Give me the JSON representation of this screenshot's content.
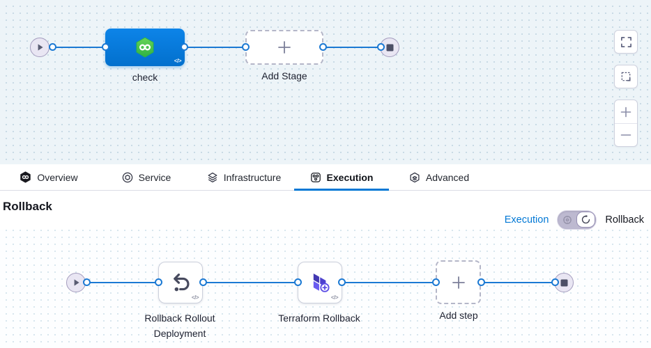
{
  "top_canvas": {
    "stage_label": "check",
    "add_stage_label": "Add Stage",
    "code_glyph": "</>"
  },
  "tabs": {
    "items": [
      {
        "label": "Overview",
        "icon": "harness-logo-icon"
      },
      {
        "label": "Service",
        "icon": "service-icon"
      },
      {
        "label": "Infrastructure",
        "icon": "infrastructure-icon"
      },
      {
        "label": "Execution",
        "icon": "execution-icon"
      },
      {
        "label": "Advanced",
        "icon": "advanced-icon"
      }
    ],
    "active": "Execution"
  },
  "section_header": {
    "title": "Rollback",
    "mode_switch": {
      "execution_label": "Execution",
      "rollback_label": "Rollback",
      "selected": "Rollback"
    }
  },
  "bottom_canvas": {
    "steps": [
      {
        "label": "Rollback Rollout Deployment",
        "icon": "rollback-step-icon"
      },
      {
        "label": "Terraform Rollback",
        "icon": "terraform-icon"
      }
    ],
    "add_step_label": "Add step",
    "code_glyph": "</>"
  },
  "colors": {
    "primary_blue": "#0278d5",
    "stage_blue": "#0b7ce0",
    "harness_green": "#3fbf4d",
    "terraform_purple": "#5c4ee5",
    "canvas_top_bg": "#edf4f8",
    "canvas_bottom_bg": "#fdfeff"
  }
}
